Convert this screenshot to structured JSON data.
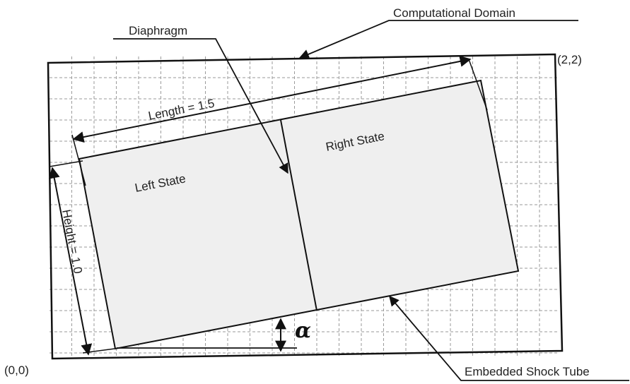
{
  "labels": {
    "computational_domain": "Computational Domain",
    "diaphragm": "Diaphragm",
    "length": "Length = 1.5",
    "height": "Height = 1.0",
    "left_state": "Left State",
    "right_state": "Right State",
    "embedded_shock_tube": "Embedded Shock Tube",
    "corner_top_right": "(2,2)",
    "corner_bottom_left": "(0,0)",
    "angle_symbol": "α"
  },
  "colors": {
    "grid": "#9a9a9a",
    "outline": "#111111",
    "tube_fill": "#efefef"
  }
}
